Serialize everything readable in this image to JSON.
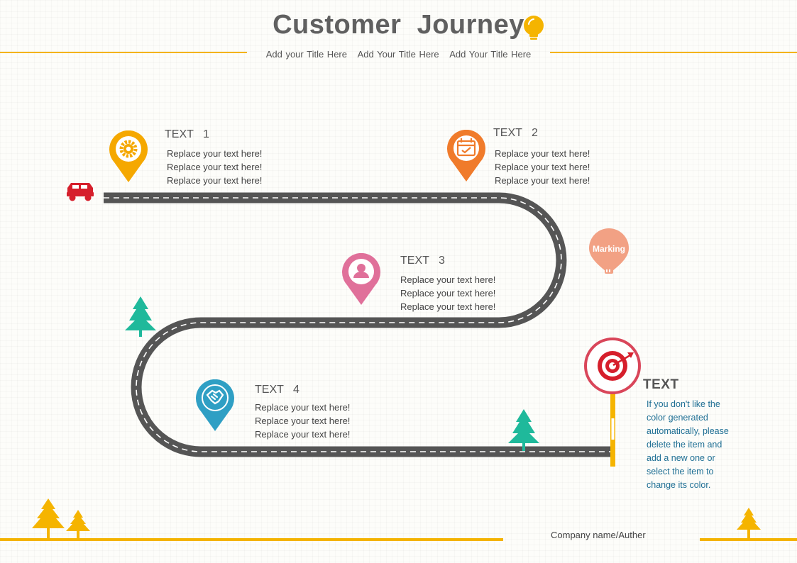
{
  "header": {
    "title": "Customer  Journey",
    "subtitles": [
      "Add your Title Here",
      "Add Your Title Here",
      "Add Your Title Here"
    ]
  },
  "steps": [
    {
      "title": "TEXT   1",
      "lines": [
        "Replace your text here!",
        "Replace your text here!",
        "Replace your text here!"
      ],
      "color": "#f5a800",
      "icon": "gear-icon"
    },
    {
      "title": "TEXT   2",
      "lines": [
        "Replace your text here!",
        "Replace your text here!",
        "Replace your text here!"
      ],
      "color": "#f07b2b",
      "icon": "calendar-check-icon"
    },
    {
      "title": "TEXT   3",
      "lines": [
        "Replace your text here!",
        "Replace your text here!",
        "Replace your text here!"
      ],
      "color": "#e0709a",
      "icon": "user-icon"
    },
    {
      "title": "TEXT   4",
      "lines": [
        "Replace your text here!",
        "Replace your text here!",
        "Replace your text here!"
      ],
      "color": "#2f9fc4",
      "icon": "handshake-icon"
    }
  ],
  "balloon": {
    "label": "Marking",
    "color": "#f2a184"
  },
  "goal": {
    "title": "TEXT",
    "text": [
      "If you don't like the",
      "color generated",
      "automatically, please",
      "delete the item and",
      "add a new one or",
      "select the item to",
      "change its color."
    ]
  },
  "footer": {
    "company": "Company name/Auther"
  },
  "colors": {
    "road": "#555555",
    "accent": "#f4b300",
    "tree": "#1fb99b",
    "car": "#d61f2c",
    "target": "#d9465a"
  }
}
